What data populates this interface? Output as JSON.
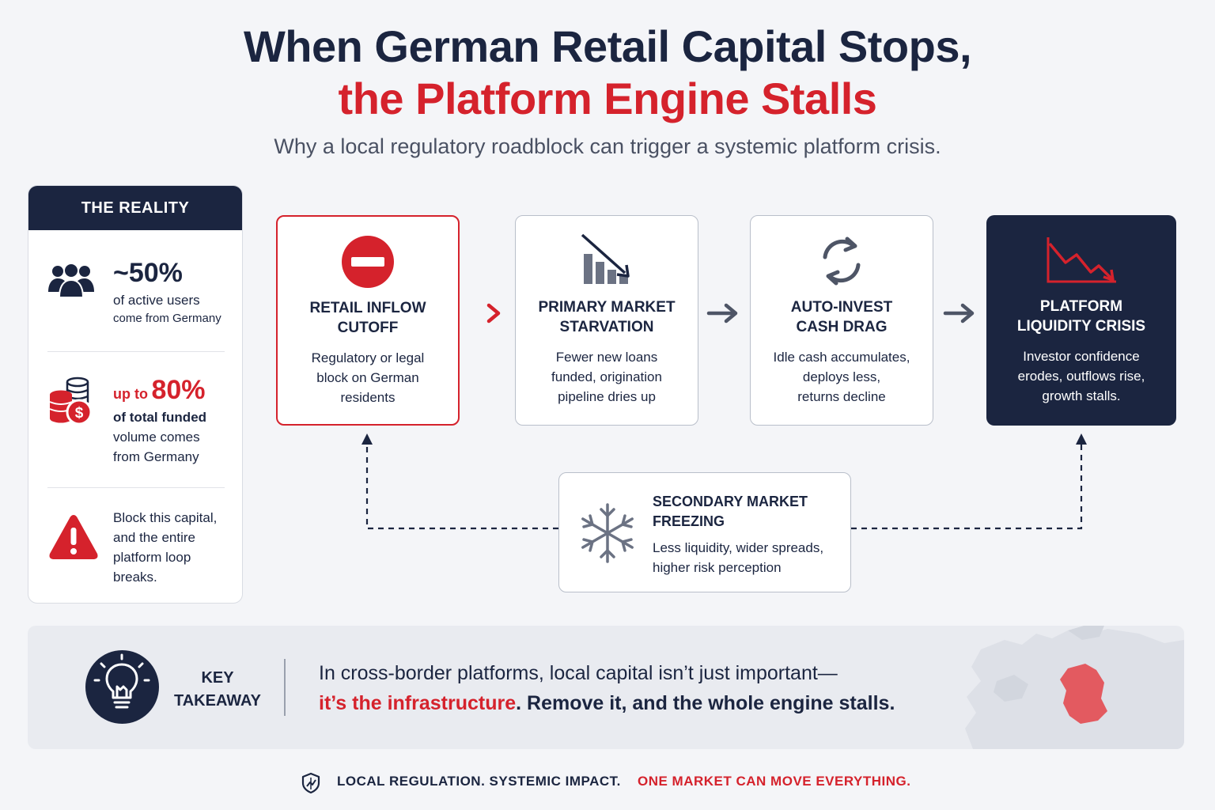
{
  "header": {
    "title_line1": "When German Retail Capital Stops,",
    "title_line2": "the Platform Engine Stalls",
    "subtitle": "Why a local regulatory roadblock can trigger a systemic platform crisis."
  },
  "reality": {
    "heading": "THE REALITY",
    "stats": [
      {
        "icon": "users-icon",
        "value": "~50%",
        "line1": "of active users",
        "line2": "come from Germany"
      },
      {
        "icon": "coins-dollar-icon",
        "prefix": "up to",
        "value": "80%",
        "line1": "of total funded",
        "line2": "volume comes",
        "line3": "from Germany"
      },
      {
        "icon": "warning-icon",
        "line1": "Block this capital,",
        "line2": "and the entire",
        "line3": "platform loop",
        "line4": "breaks."
      }
    ]
  },
  "flow": [
    {
      "icon": "no-entry-icon",
      "title1": "RETAIL INFLOW",
      "title2": "CUTOFF",
      "desc1": "Regulatory or legal",
      "desc2": "block on German",
      "desc3": "residents"
    },
    {
      "icon": "declining-bars-icon",
      "title1": "PRIMARY MARKET",
      "title2": "STARVATION",
      "desc1": "Fewer new loans",
      "desc2": "funded, origination",
      "desc3": "pipeline dries up"
    },
    {
      "icon": "refresh-cycle-icon",
      "title1": "AUTO-INVEST",
      "title2": "CASH DRAG",
      "desc1": "Idle cash accumulates,",
      "desc2": "deploys less,",
      "desc3": "returns decline"
    },
    {
      "icon": "crash-chart-icon",
      "title1": "PLATFORM",
      "title2": "LIQUIDITY CRISIS",
      "desc1": "Investor confidence",
      "desc2": "erodes, outflows rise,",
      "desc3": "growth stalls."
    }
  ],
  "secondary": {
    "icon": "snowflake-icon",
    "title1": "SECONDARY MARKET",
    "title2": "FREEZING",
    "desc1": "Less liquidity, wider spreads,",
    "desc2": "higher risk perception"
  },
  "takeaway": {
    "label1": "KEY",
    "label2": "TAKEAWAY",
    "line1": "In cross-border platforms, local capital isn’t just important—",
    "highlight": "it’s the infrastructure",
    "line2_rest": ". Remove it, and the whole engine stalls."
  },
  "footer": {
    "left": "LOCAL REGULATION. SYSTEMIC IMPACT.",
    "right": "ONE MARKET CAN MOVE EVERYTHING."
  },
  "colors": {
    "navy": "#1b2540",
    "red": "#d5222c",
    "gray": "#5d6372",
    "background": "#f4f5f8"
  }
}
